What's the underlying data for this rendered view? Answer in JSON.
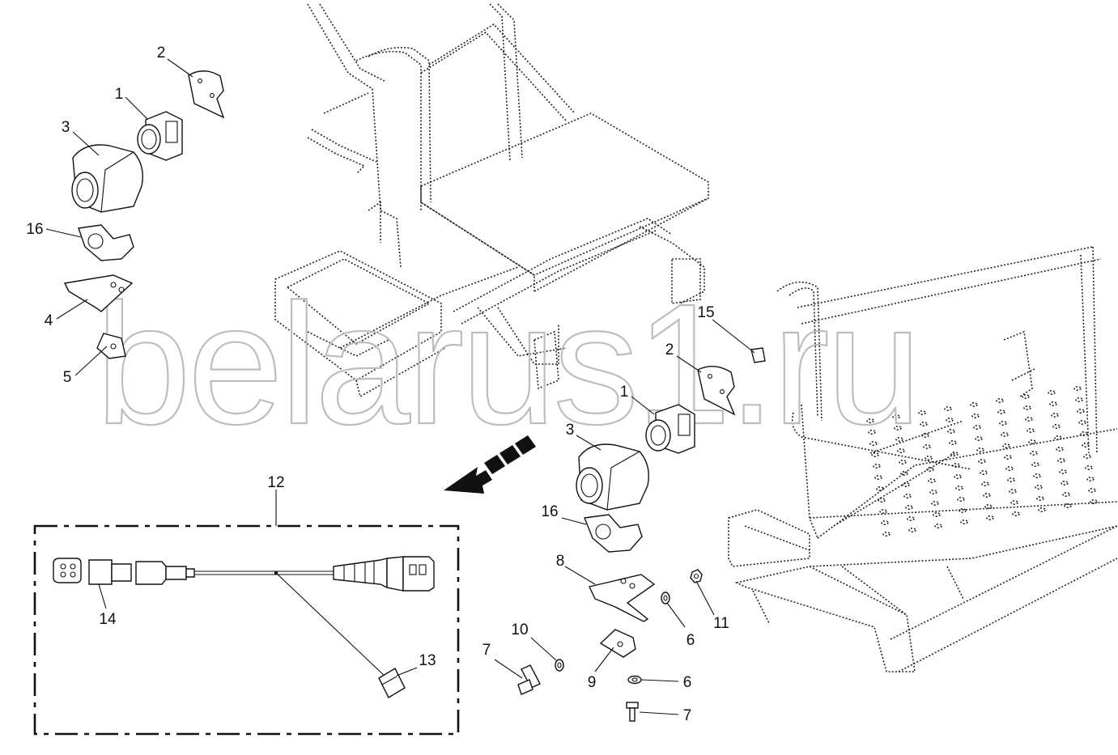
{
  "watermark": "belarus1.ru",
  "kit_label": "12",
  "callouts": [
    {
      "id": "c2a",
      "text": "2"
    },
    {
      "id": "c1a",
      "text": "1"
    },
    {
      "id": "c3a",
      "text": "3"
    },
    {
      "id": "c16a",
      "text": "16"
    },
    {
      "id": "c4",
      "text": "4"
    },
    {
      "id": "c5",
      "text": "5"
    },
    {
      "id": "c15",
      "text": "15"
    },
    {
      "id": "c2b",
      "text": "2"
    },
    {
      "id": "c1b",
      "text": "1"
    },
    {
      "id": "c3b",
      "text": "3"
    },
    {
      "id": "c16b",
      "text": "16"
    },
    {
      "id": "c8",
      "text": "8"
    },
    {
      "id": "c11",
      "text": "11"
    },
    {
      "id": "c6a",
      "text": "6"
    },
    {
      "id": "c10",
      "text": "10"
    },
    {
      "id": "c7a",
      "text": "7"
    },
    {
      "id": "c9",
      "text": "9"
    },
    {
      "id": "c6b",
      "text": "6"
    },
    {
      "id": "c7b",
      "text": "7"
    },
    {
      "id": "c14",
      "text": "14"
    },
    {
      "id": "c13",
      "text": "13"
    }
  ]
}
